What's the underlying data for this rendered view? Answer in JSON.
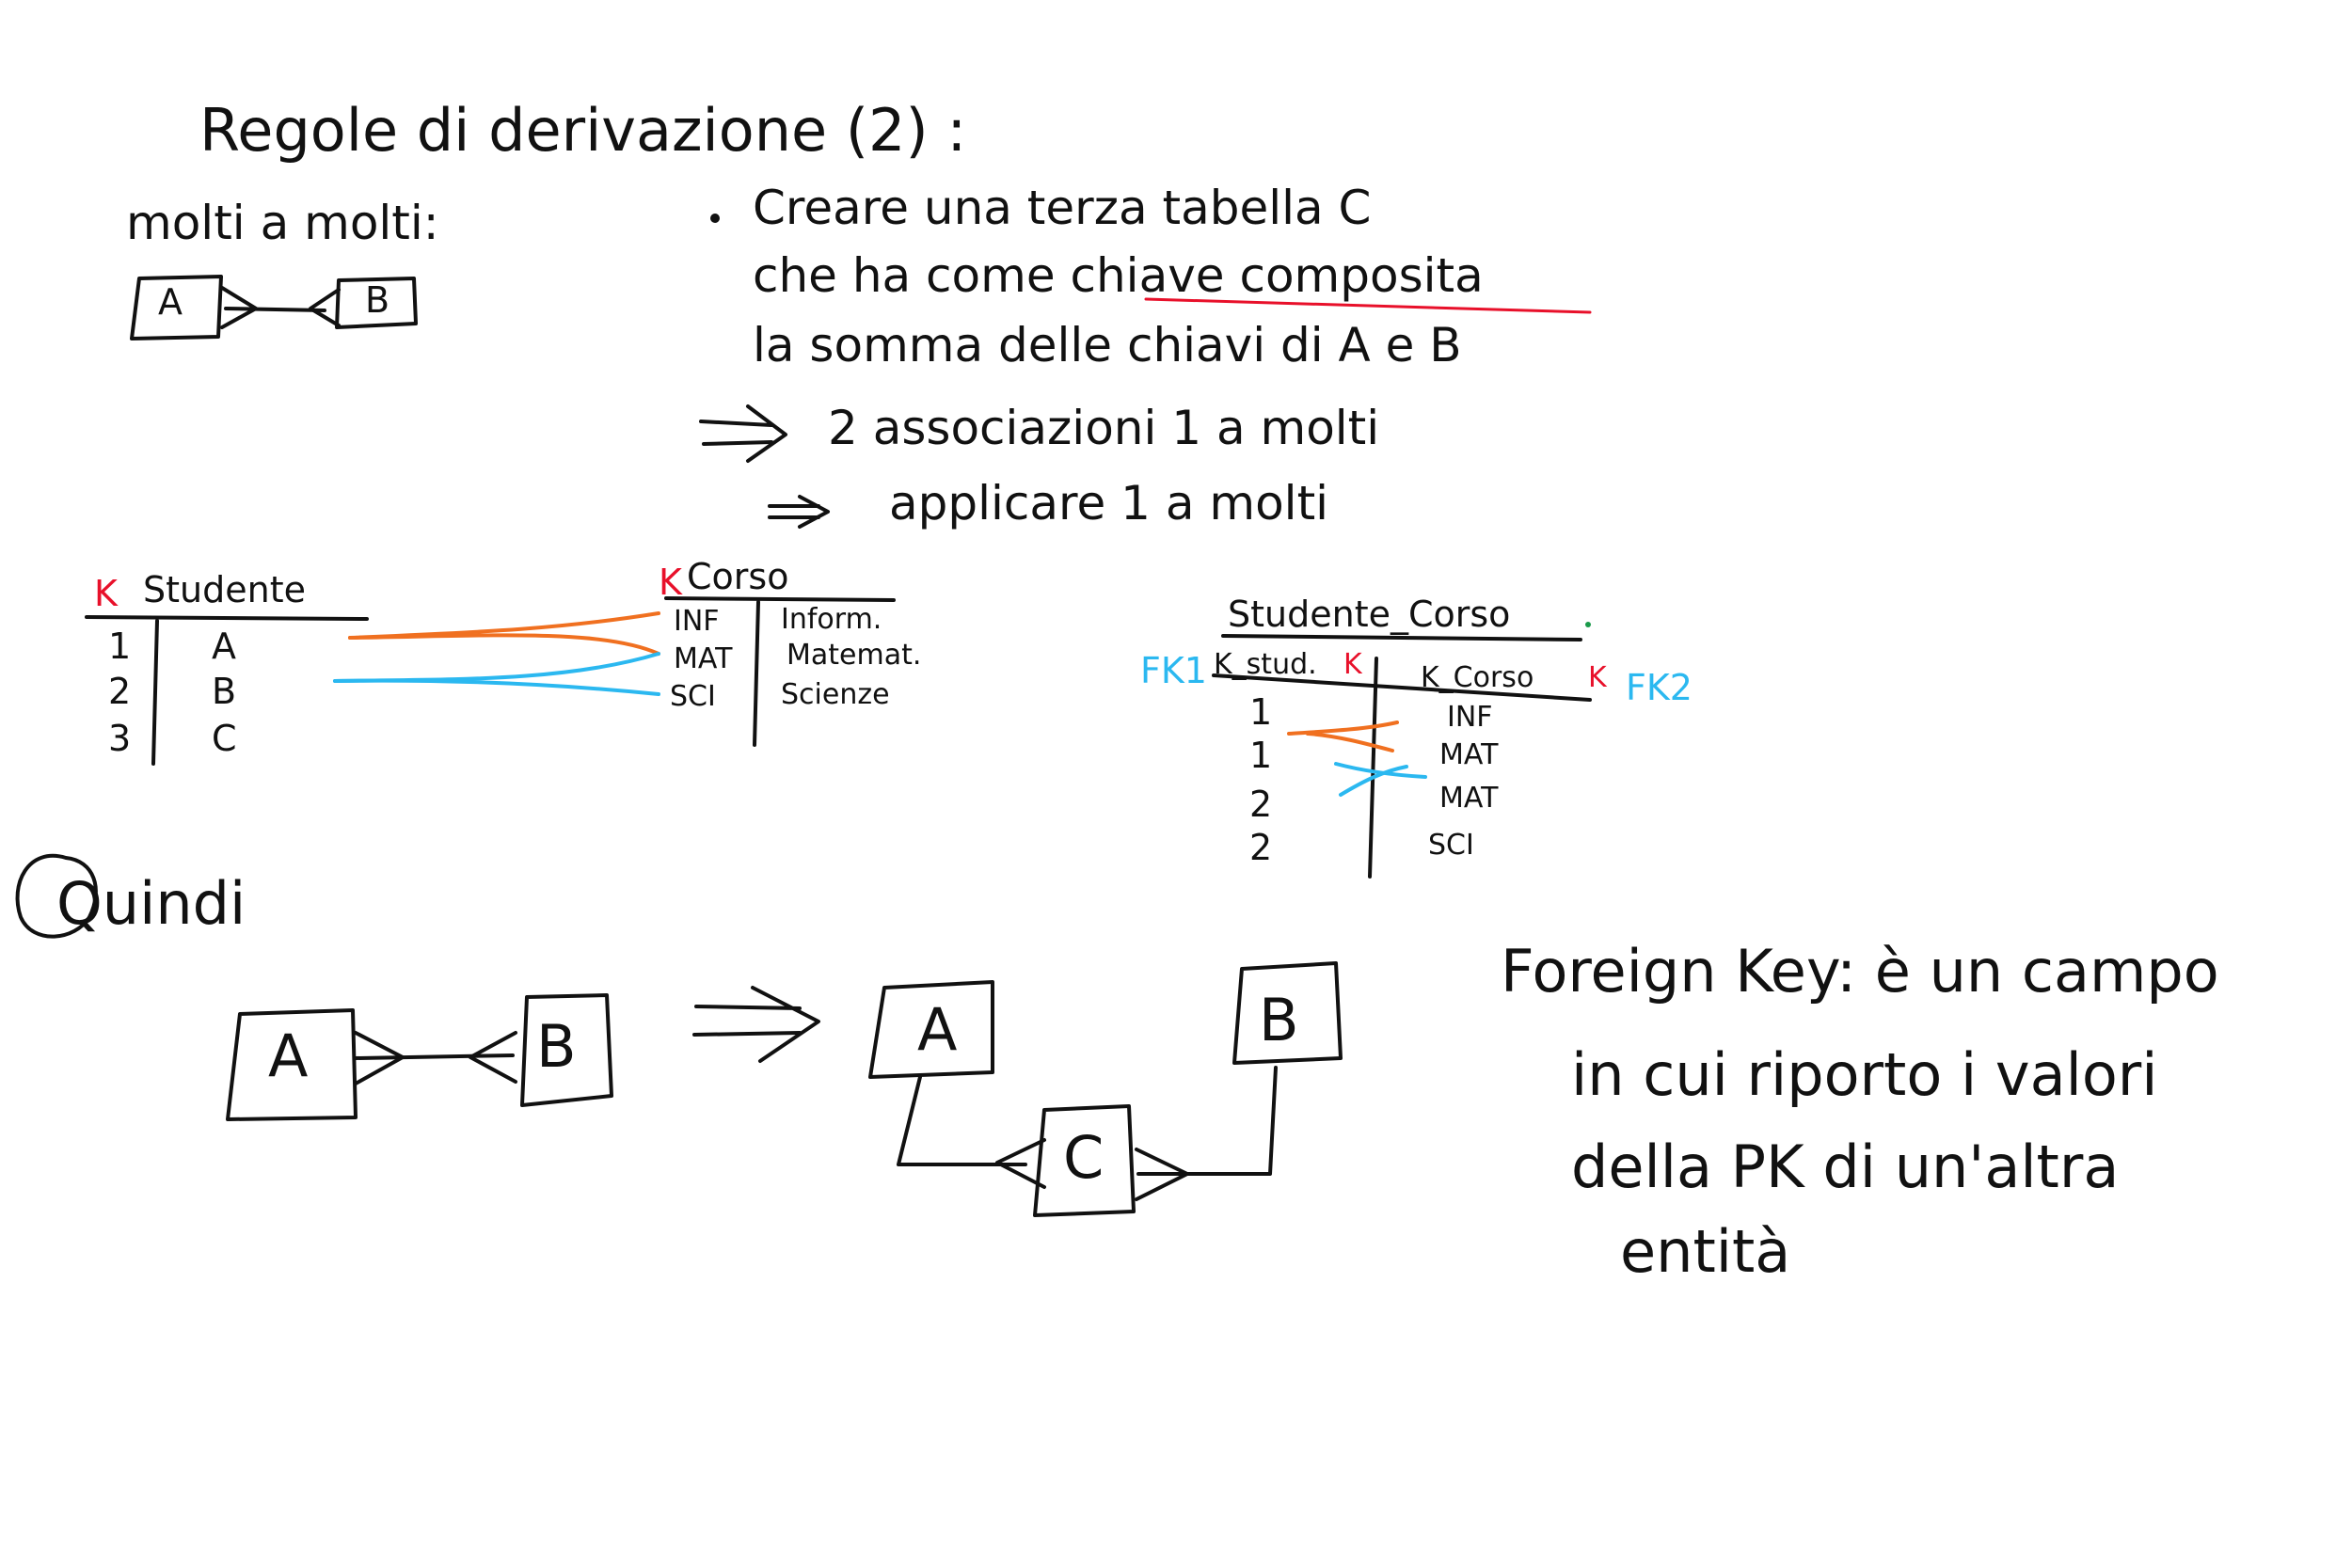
{
  "title": "Regole di derivazione (2) :",
  "left_label": "molti a molti:",
  "entities": {
    "a": "A",
    "b": "B",
    "c": "C"
  },
  "bullet_lines": [
    "Creare una terza tabella C",
    "che ha come chiave composita",
    "la somma delle chiavi di A e B"
  ],
  "implication_1": "2 associazioni 1 a molti",
  "implication_2": "applicare 1 a molti",
  "studente_table": {
    "key_marker": "K",
    "title": "Studente",
    "rows": [
      {
        "key": "1",
        "value": "A"
      },
      {
        "key": "2",
        "value": "B"
      },
      {
        "key": "3",
        "value": "C"
      }
    ]
  },
  "corso_table": {
    "key_marker": "K",
    "title": "Corso",
    "rows": [
      {
        "key": "INF",
        "value": "Inform."
      },
      {
        "key": "MAT",
        "value": "Matemat."
      },
      {
        "key": "SCI",
        "value": "Scienze"
      }
    ]
  },
  "join_table": {
    "title": "Studente_Corso",
    "fk1_label": "FK1",
    "fk2_label": "FK2",
    "col1": "K_stud.",
    "col2": "K_Corso",
    "key_marker": "K",
    "rows": [
      {
        "stud": "1",
        "corso": "INF"
      },
      {
        "stud": "1",
        "corso": "MAT"
      },
      {
        "stud": "2",
        "corso": "MAT"
      },
      {
        "stud": "2",
        "corso": "SCI"
      }
    ]
  },
  "quindi_label": "Quindi",
  "foreign_key_lines": [
    "Foreign Key: è un campo",
    "in cui riporto i valori",
    "della PK di un'altra",
    "entità"
  ],
  "colors": {
    "ink": "#111111",
    "red": "#e8102a",
    "orange": "#f07020",
    "cyan": "#2bb8f0",
    "green": "#1a9a4a"
  }
}
